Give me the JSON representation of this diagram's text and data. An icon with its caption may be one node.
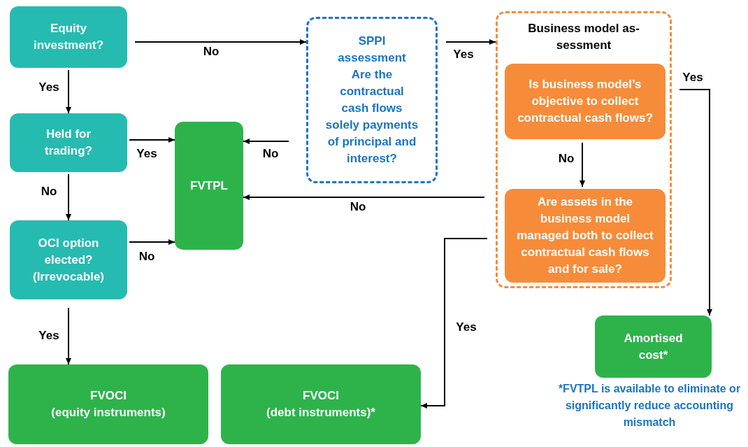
{
  "diagram": {
    "nodes": [
      {
        "text": [
          "Equity investment?"
        ]
      },
      {
        "text": [
          "Held for trading?"
        ]
      },
      {
        "text": [
          "OCI option elected? (Irrevocable)"
        ]
      },
      {
        "text": [
          "FVTPL"
        ]
      },
      {
        "text": [
          "SPPI assessment",
          "Are the contractual cash flows solely payments of principal and interest?"
        ]
      },
      {
        "text": [
          "Business model as- sessment"
        ]
      },
      {
        "text": [
          "Is business model’s objective to collect contractual cash flows?"
        ],
        "in": 5
      },
      {
        "text": [
          "Are assets in the business model managed both to collect contractual cash flows and for sale?"
        ],
        "in": 5
      },
      {
        "text": [
          "Amortised cost*"
        ],
        "beside": [
          "*FVTPL is available to eliminate or significantly reduce accounting mismatch"
        ]
      },
      {
        "text": [
          "FVOCI",
          "(equity instruments)"
        ]
      },
      {
        "text": [
          "FVOCI",
          "(debt instruments)*"
        ]
      }
    ],
    "edges": [
      {
        "from": 0,
        "to": 4,
        "arrow": "to",
        "label": "No"
      },
      {
        "from": 0,
        "to": 1,
        "arrow": "to",
        "label": "Yes"
      },
      {
        "from": 1,
        "to": 3,
        "arrow": "to",
        "label": "Yes"
      },
      {
        "from": 1,
        "to": 2,
        "arrow": "to",
        "label": "No"
      },
      {
        "from": 2,
        "to": 3,
        "arrow": "to",
        "label": "No"
      },
      {
        "from": 2,
        "to": 9,
        "arrow": "to",
        "label": "Yes"
      },
      {
        "from": 4,
        "to": 3,
        "arrow": "to",
        "label": "No"
      },
      {
        "from": 4,
        "to": 5,
        "arrow": "to",
        "label": "Yes"
      },
      {
        "from": 6,
        "to": 7,
        "arrow": "to",
        "label": "No"
      },
      {
        "from": 5,
        "to": 3,
        "arrow": "to",
        "label": "No"
      },
      {
        "from": 5,
        "to": 10,
        "arrow": "to",
        "label": "Yes"
      },
      {
        "from": 5,
        "to": 8,
        "arrow": "to",
        "label": "Yes"
      }
    ]
  }
}
